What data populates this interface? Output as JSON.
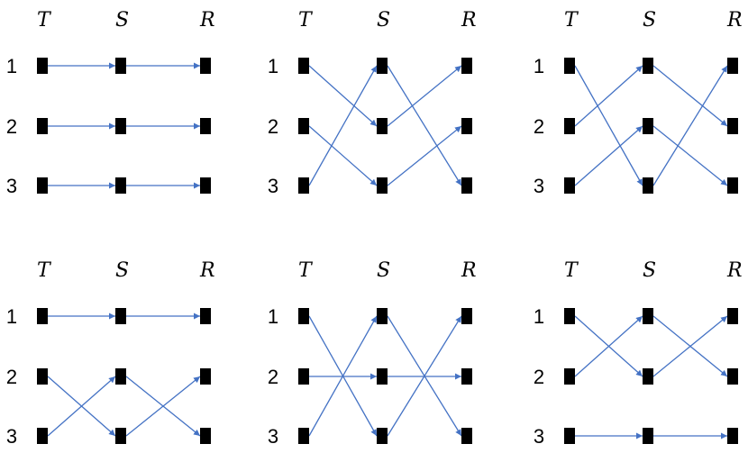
{
  "column_labels": [
    "T",
    "S",
    "R"
  ],
  "row_labels": [
    "1",
    "2",
    "3"
  ],
  "colors": {
    "edge": "#4472C4",
    "node": "#000000"
  },
  "panels": [
    {
      "id": "panel-1",
      "ts_edges": [
        [
          1,
          1
        ],
        [
          2,
          2
        ],
        [
          3,
          3
        ]
      ],
      "sr_edges": [
        [
          1,
          1
        ],
        [
          2,
          2
        ],
        [
          3,
          3
        ]
      ]
    },
    {
      "id": "panel-2",
      "ts_edges": [
        [
          1,
          2
        ],
        [
          2,
          3
        ],
        [
          3,
          1
        ]
      ],
      "sr_edges": [
        [
          1,
          3
        ],
        [
          2,
          1
        ],
        [
          3,
          2
        ]
      ]
    },
    {
      "id": "panel-3",
      "ts_edges": [
        [
          1,
          3
        ],
        [
          2,
          1
        ],
        [
          3,
          2
        ]
      ],
      "sr_edges": [
        [
          1,
          2
        ],
        [
          2,
          3
        ],
        [
          3,
          1
        ]
      ]
    },
    {
      "id": "panel-4",
      "ts_edges": [
        [
          1,
          1
        ],
        [
          2,
          3
        ],
        [
          3,
          2
        ]
      ],
      "sr_edges": [
        [
          1,
          1
        ],
        [
          2,
          3
        ],
        [
          3,
          2
        ]
      ]
    },
    {
      "id": "panel-5",
      "ts_edges": [
        [
          1,
          3
        ],
        [
          2,
          2
        ],
        [
          3,
          1
        ]
      ],
      "sr_edges": [
        [
          1,
          3
        ],
        [
          2,
          2
        ],
        [
          3,
          1
        ]
      ]
    },
    {
      "id": "panel-6",
      "ts_edges": [
        [
          1,
          2
        ],
        [
          2,
          1
        ],
        [
          3,
          3
        ]
      ],
      "sr_edges": [
        [
          1,
          2
        ],
        [
          2,
          1
        ],
        [
          3,
          3
        ]
      ]
    }
  ]
}
